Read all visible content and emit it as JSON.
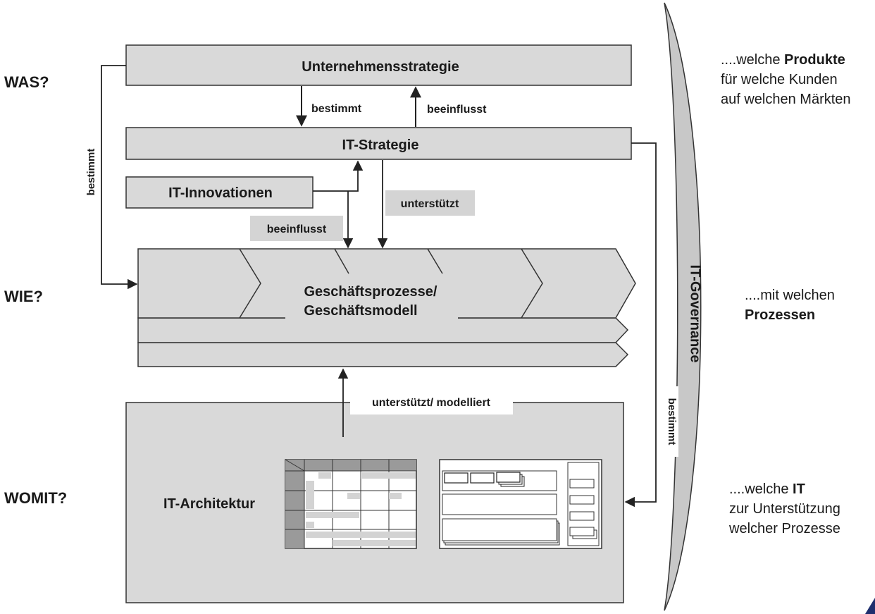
{
  "questions": {
    "was": "WAS?",
    "wie": "WIE?",
    "womit": "WOMIT?"
  },
  "boxes": {
    "unternehmensstrategie": "Unternehmensstrategie",
    "it_strategie": "IT-Strategie",
    "it_innovationen": "IT-Innovationen",
    "geschaeftsprozesse_line1": "Geschäftsprozesse/",
    "geschaeftsprozesse_line2": "Geschäftsmodell",
    "it_architektur": "IT-Architektur",
    "it_governance": "IT-Governance"
  },
  "arrow_labels": {
    "bestimmt_center": "bestimmt",
    "beeinflusst_top": "beeinflusst",
    "bestimmt_left": "bestimmt",
    "unterstuetzt": "unterstützt",
    "beeinflusst_mid": "beeinflusst",
    "unterstuetzt_modelliert": "unterstützt/ modelliert",
    "bestimmt_right": "bestimmt"
  },
  "notes": {
    "was": {
      "pre": "....welche ",
      "bold": "Produkte",
      "line2": "für welche Kunden",
      "line3": "auf welchen Märkten"
    },
    "wie": {
      "line1": "....mit welchen",
      "bold": "Prozessen"
    },
    "womit": {
      "pre": "....welche ",
      "bold": "IT",
      "line2": "zur Unterstützung",
      "line3": "welcher Prozesse"
    }
  },
  "colors": {
    "box_fill": "#d9d9d9",
    "box_stroke": "#333333",
    "label_bg": "#d4d4d4",
    "governance_fill": "#c8c8c8",
    "corner_accent": "#1f2f6e"
  }
}
